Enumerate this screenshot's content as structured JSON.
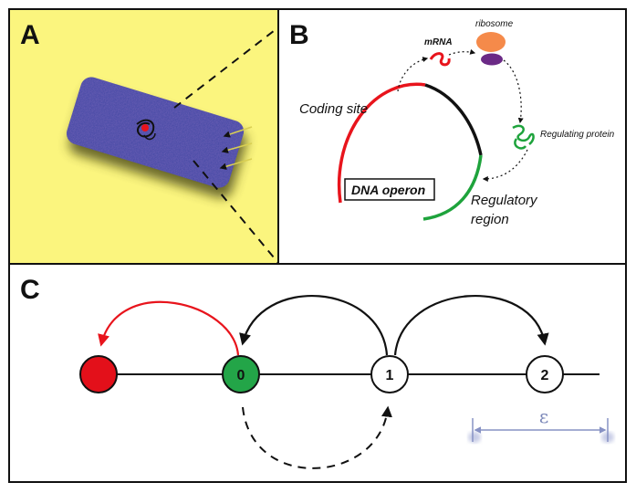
{
  "panels": {
    "a": {
      "letter": "A",
      "background_color": "#fbf57e",
      "cell_color": "#3b44a0"
    },
    "b": {
      "letter": "B",
      "labels": {
        "mrna": "mRNA",
        "ribosome": "ribosome",
        "coding_site": "Coding site",
        "regulating_protein": "Regulating protein",
        "dna_operon": "DNA operon",
        "regulatory_region_line1": "Regulatory",
        "regulatory_region_line2": "region"
      },
      "colors": {
        "coding": "#e8141c",
        "regulatory": "#1ea33c",
        "ribosome_large": "#f58a4a",
        "ribosome_small": "#6b2a86",
        "mrna": "#e8141c"
      }
    },
    "c": {
      "letter": "C",
      "nodes": [
        {
          "label": "",
          "color": "#e3101a"
        },
        {
          "label": "0",
          "color": "#23a548"
        },
        {
          "label": "1",
          "color": "#ffffff"
        },
        {
          "label": "2",
          "color": "#ffffff"
        }
      ],
      "epsilon": "ε",
      "arrow_colors": {
        "red": "#e8141c",
        "black": "#111111",
        "epsilon": "#8792c4"
      }
    }
  }
}
